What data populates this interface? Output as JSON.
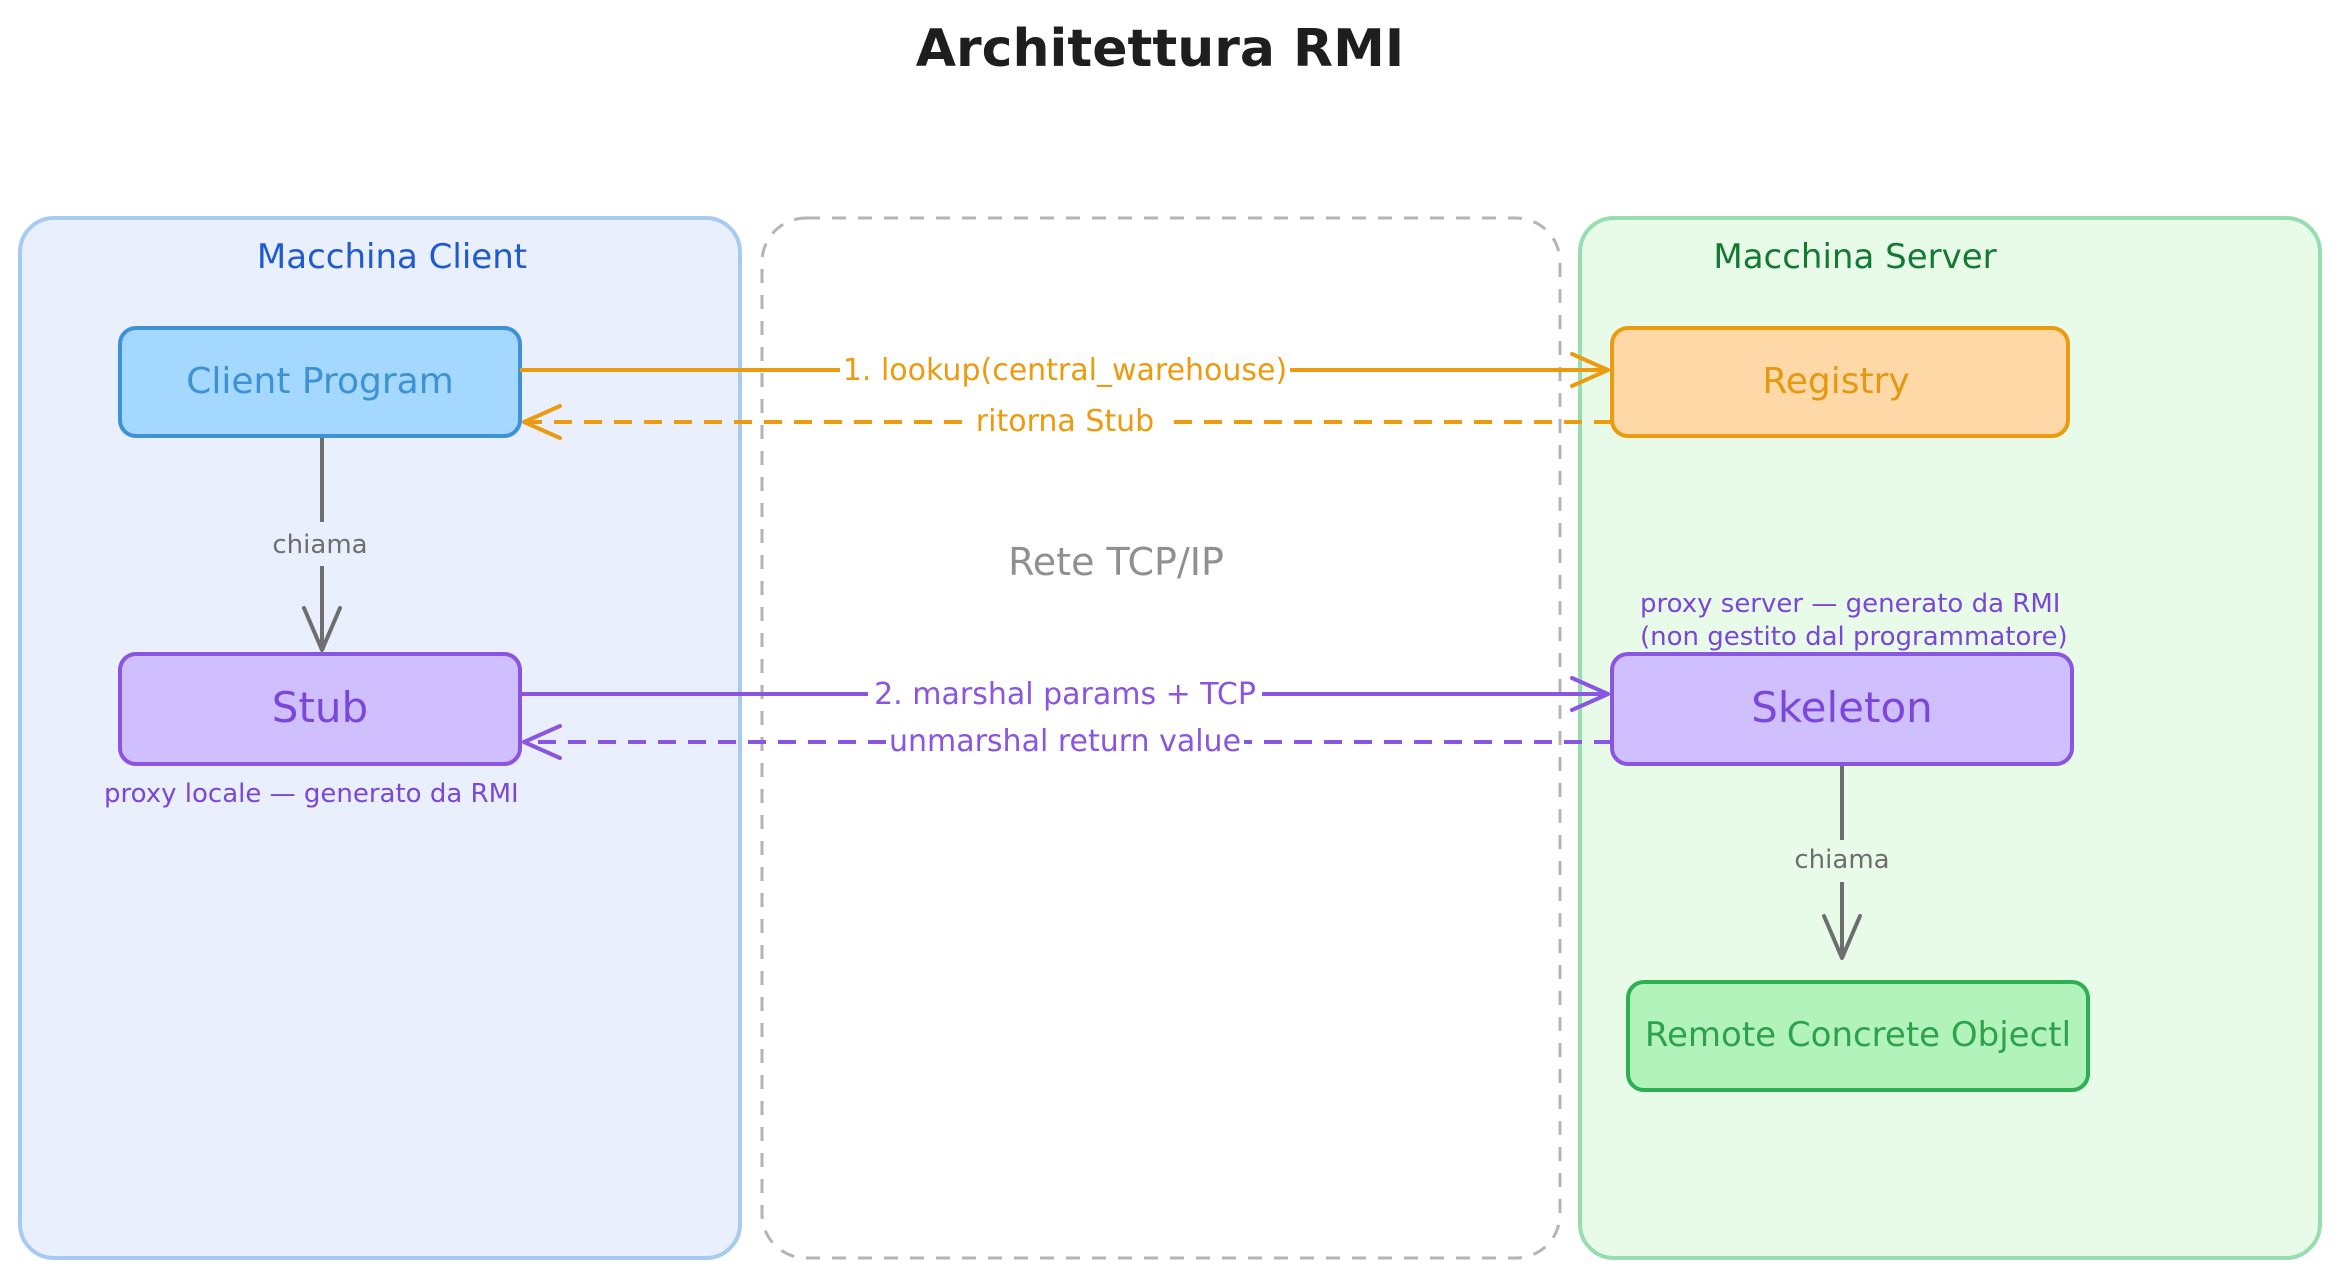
{
  "title": "Architettura RMI",
  "zones": {
    "client": {
      "label": "Macchina Client",
      "fill": "#e9effd",
      "stroke": "#a7cbef",
      "text_color": "#1e5bd0"
    },
    "network": {
      "label": "Rete TCP/IP",
      "stroke": "#b4b4b4",
      "text_color": "#909090"
    },
    "server": {
      "label": "Macchina Server",
      "fill": "#e8fbe8",
      "stroke": "#96deaf",
      "text_color": "#137a32"
    }
  },
  "nodes": {
    "client_program": {
      "label": "Client Program",
      "fill": "#a5d8ff",
      "stroke": "#3d92d6",
      "text_color": "#3d92d6"
    },
    "stub": {
      "label": "Stub",
      "note": "proxy locale — generato da RMI",
      "fill": "#d0bfff",
      "stroke": "#8a55e0",
      "text_color": "#7b47d8"
    },
    "registry": {
      "label": "Registry",
      "fill": "#ffd8a8",
      "stroke": "#ec9b0e",
      "text_color": "#e39a12"
    },
    "skeleton": {
      "label": "Skeleton",
      "note_lines": [
        "proxy server — generato da RMI",
        "(non gestito dal programmatore)"
      ],
      "fill": "#d0bfff",
      "stroke": "#8a55e0",
      "text_color": "#7b47d8"
    },
    "remote_object": {
      "label": "Remote Concrete Objectl",
      "fill": "#b2f2bb",
      "stroke": "#2bb052",
      "text_color": "#2ca34b"
    }
  },
  "edges": {
    "lookup": {
      "label": "1. lookup(central_warehouse)",
      "color": "#ec9b0e"
    },
    "return_stub": {
      "label": "ritorna Stub",
      "color": "#ec9b0e"
    },
    "client_calls_stub": {
      "label": "chiama",
      "color": "#6e6e6e"
    },
    "marshal": {
      "label": "2. marshal params + TCP",
      "color": "#8a55e0"
    },
    "unmarshal": {
      "label": "unmarshal return value",
      "color": "#8a55e0"
    },
    "skeleton_calls_object": {
      "label": "chiama",
      "color": "#6e6e6e"
    }
  }
}
